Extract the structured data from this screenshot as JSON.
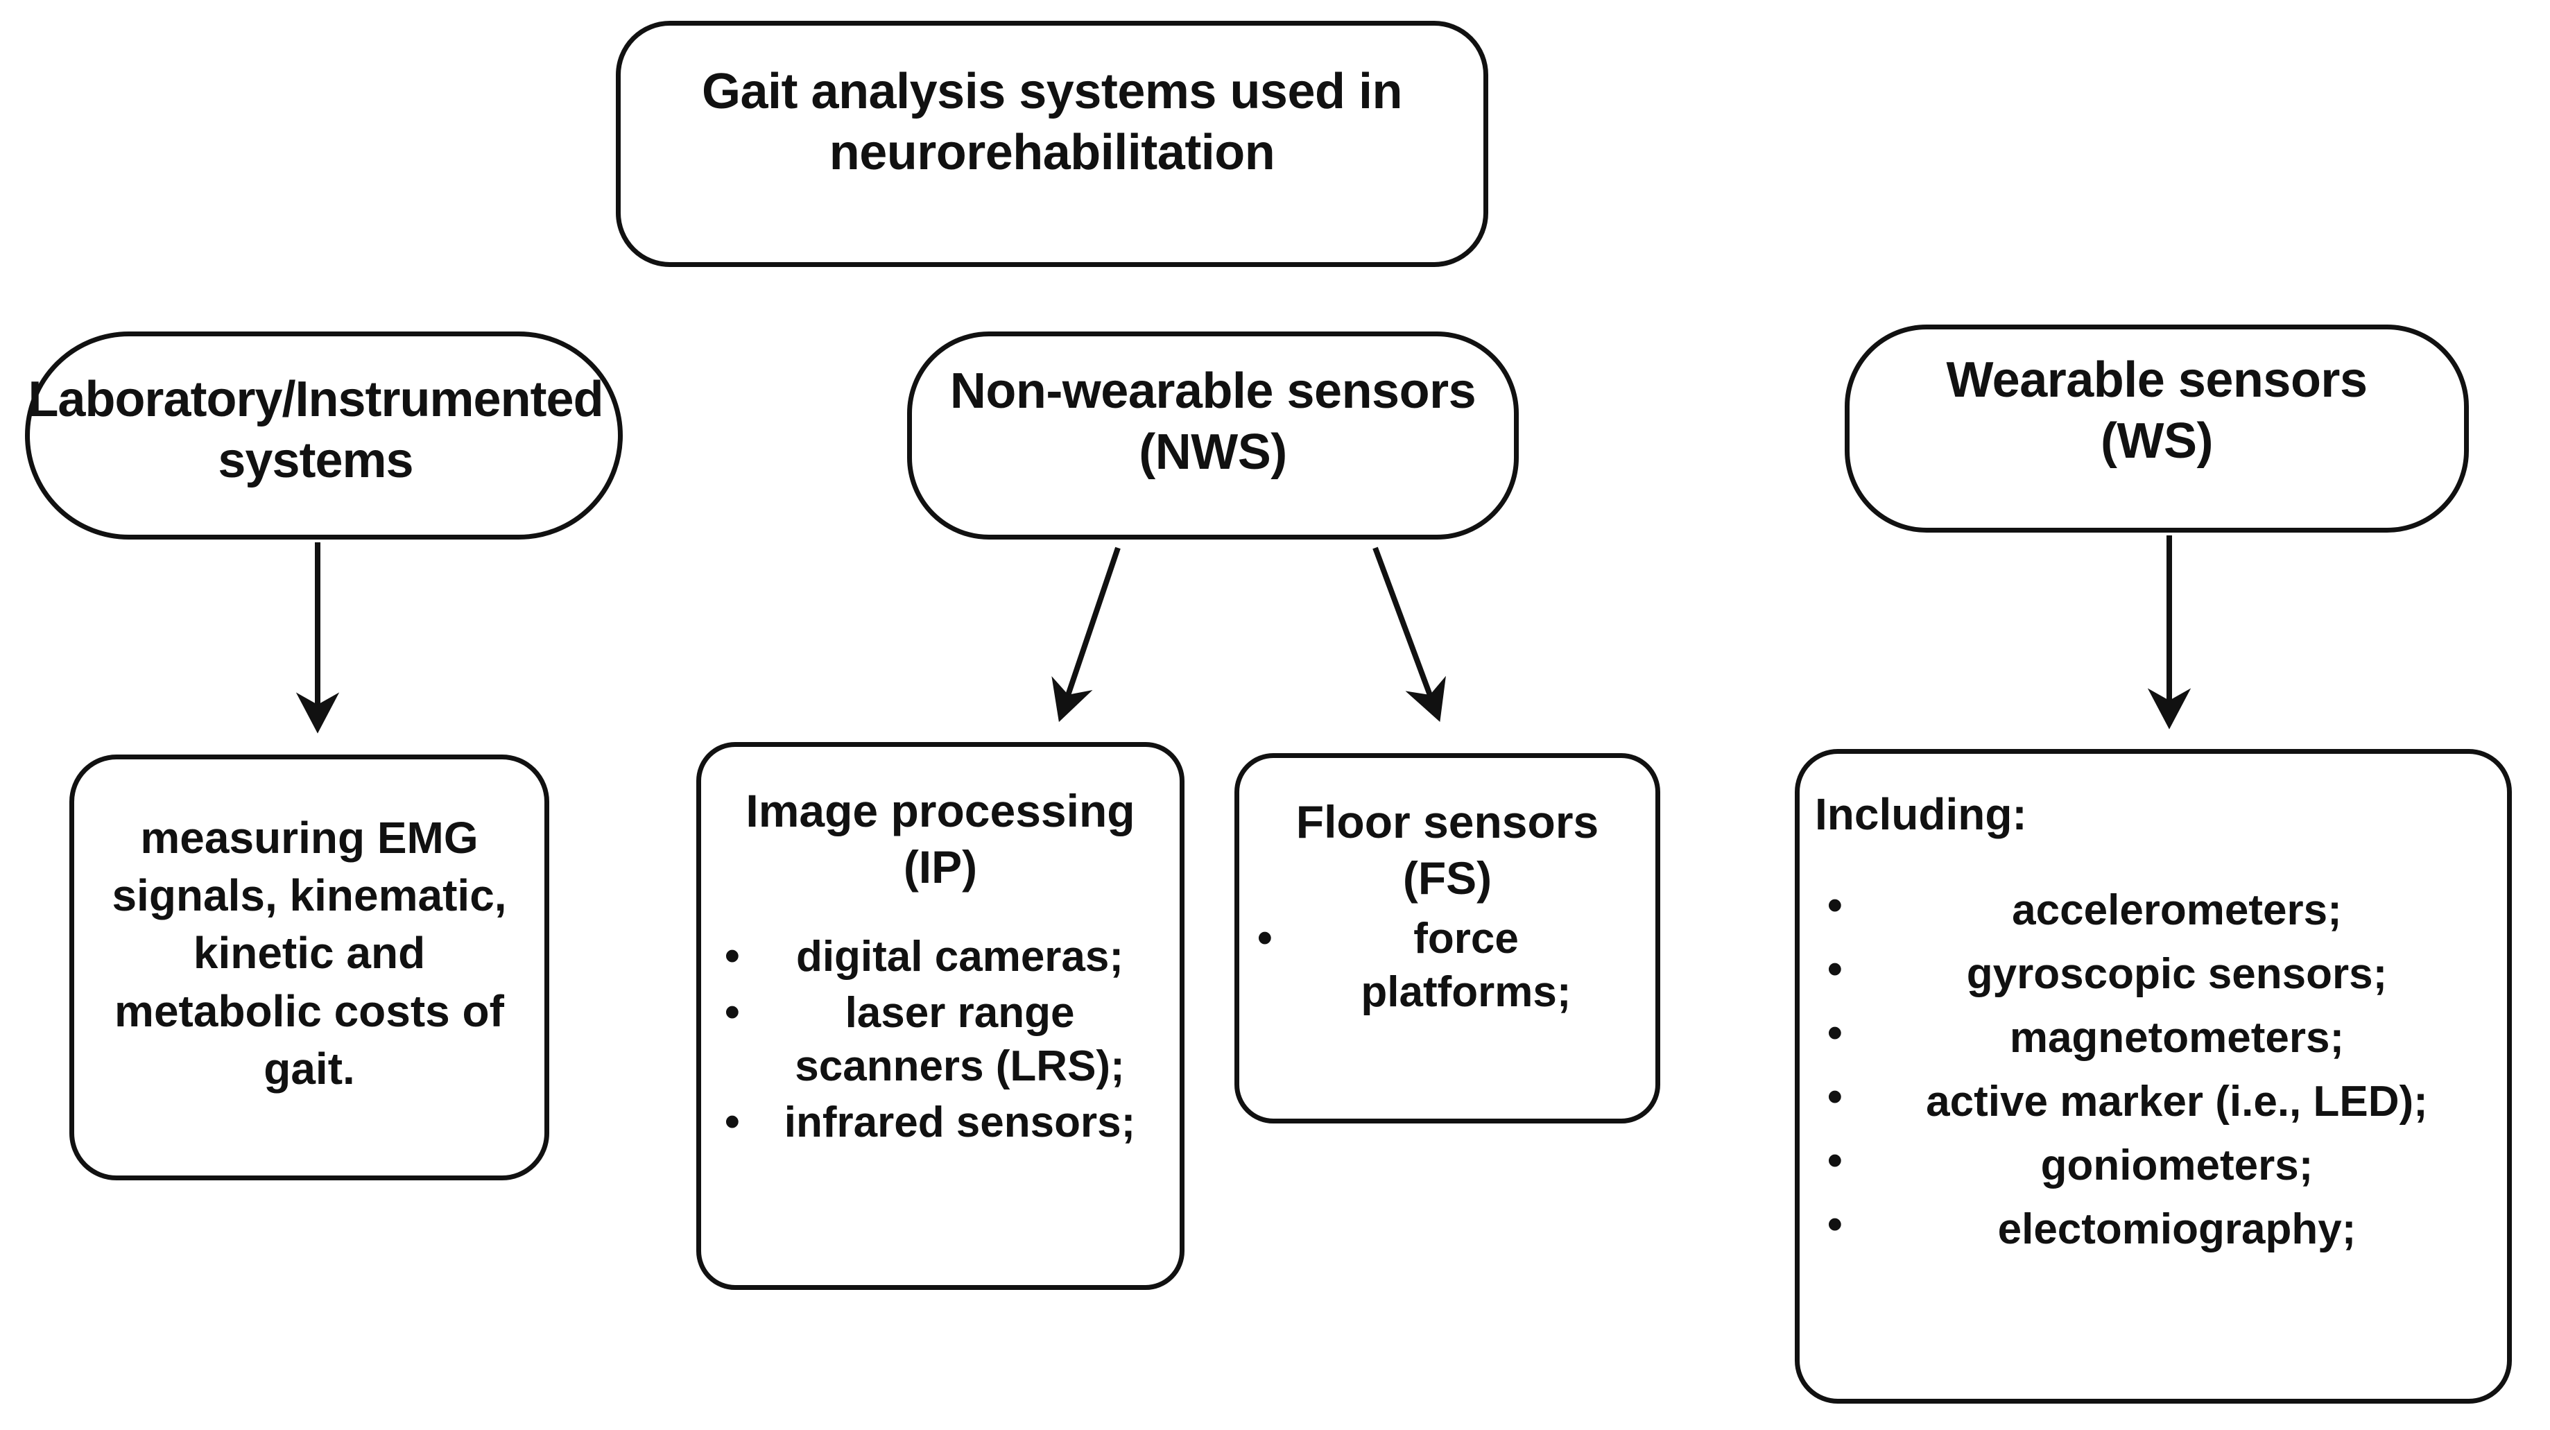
{
  "diagram": {
    "type": "flowchart",
    "title": "Gait analysis systems used in neurorehabilitation",
    "root": {
      "label": "Gait analysis systems used in\nneurorehabilitation"
    },
    "categories": {
      "laboratory": {
        "label": "Laboratory/Instrumented\nsystems"
      },
      "non_wearable": {
        "label": "Non-wearable sensors\n(NWS)"
      },
      "wearable": {
        "label": "Wearable sensors\n(WS)"
      }
    },
    "details": {
      "laboratory_detail": {
        "text": "measuring EMG\nsignals, kinematic,\nkinetic and\nmetabolic costs of\ngait."
      },
      "image_processing": {
        "title": "Image processing\n(IP)",
        "bullet_glyph": "•",
        "items": [
          "digital cameras;",
          "laser range\nscanners (LRS);",
          "infrared sensors;"
        ]
      },
      "floor_sensors": {
        "title": "Floor sensors\n(FS)",
        "bullet_glyph": "•",
        "items": [
          "force\nplatforms;"
        ]
      },
      "wearable_detail": {
        "heading": "Including:",
        "bullet_glyph": "•",
        "items": [
          "accelerometers;",
          "gyroscopic sensors;",
          "magnetometers;",
          "active marker (i.e., LED);",
          "goniometers;",
          "electomiography;"
        ]
      }
    },
    "edges": [
      {
        "from": "laboratory",
        "to": "laboratory_detail",
        "style": "straight-arrow-down"
      },
      {
        "from": "non_wearable",
        "to": "image_processing",
        "style": "diagonal-arrow-down-left"
      },
      {
        "from": "non_wearable",
        "to": "floor_sensors",
        "style": "diagonal-arrow-down-right"
      },
      {
        "from": "wearable",
        "to": "wearable_detail",
        "style": "straight-arrow-down"
      }
    ],
    "colors": {
      "stroke": "#111111",
      "fill": "#ffffff",
      "text": "#111111"
    }
  }
}
